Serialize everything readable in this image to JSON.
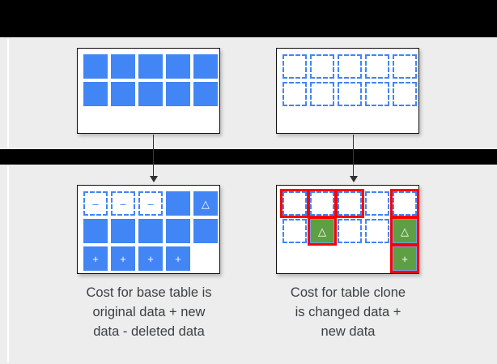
{
  "slide": {
    "background_color": "#ededed",
    "letterbox_color": "#000000",
    "blue": "#4285f4",
    "green": "#5f9f44",
    "highlight_red": "#ff0000"
  },
  "tables": {
    "base_before": {
      "name": "base-table-before",
      "rows": [
        [
          {
            "style": "solid",
            "glyph": ""
          },
          {
            "style": "solid",
            "glyph": ""
          },
          {
            "style": "solid",
            "glyph": ""
          },
          {
            "style": "solid",
            "glyph": ""
          },
          {
            "style": "solid",
            "glyph": ""
          }
        ],
        [
          {
            "style": "solid",
            "glyph": ""
          },
          {
            "style": "solid",
            "glyph": ""
          },
          {
            "style": "solid",
            "glyph": ""
          },
          {
            "style": "solid",
            "glyph": ""
          },
          {
            "style": "solid",
            "glyph": ""
          }
        ]
      ]
    },
    "clone_before": {
      "name": "table-clone-before",
      "rows": [
        [
          {
            "style": "dashed",
            "glyph": ""
          },
          {
            "style": "dashed",
            "glyph": ""
          },
          {
            "style": "dashed",
            "glyph": ""
          },
          {
            "style": "dashed",
            "glyph": ""
          },
          {
            "style": "dashed",
            "glyph": ""
          }
        ],
        [
          {
            "style": "dashed",
            "glyph": ""
          },
          {
            "style": "dashed",
            "glyph": ""
          },
          {
            "style": "dashed",
            "glyph": ""
          },
          {
            "style": "dashed",
            "glyph": ""
          },
          {
            "style": "dashed",
            "glyph": ""
          }
        ]
      ]
    },
    "base_after": {
      "name": "base-table-after",
      "rows": [
        [
          {
            "style": "dashed",
            "glyph": "–"
          },
          {
            "style": "dashed",
            "glyph": "–"
          },
          {
            "style": "dashed",
            "glyph": "–"
          },
          {
            "style": "solid",
            "glyph": ""
          },
          {
            "style": "solid",
            "glyph": "△"
          }
        ],
        [
          {
            "style": "solid",
            "glyph": ""
          },
          {
            "style": "solid",
            "glyph": ""
          },
          {
            "style": "solid",
            "glyph": ""
          },
          {
            "style": "solid",
            "glyph": ""
          },
          {
            "style": "solid",
            "glyph": ""
          }
        ],
        [
          {
            "style": "solid",
            "glyph": "+"
          },
          {
            "style": "solid",
            "glyph": "+"
          },
          {
            "style": "solid",
            "glyph": "+"
          },
          {
            "style": "solid",
            "glyph": "+"
          },
          {
            "style": "empty",
            "glyph": ""
          }
        ]
      ]
    },
    "clone_after": {
      "name": "table-clone-after",
      "rows": [
        [
          {
            "style": "dashed",
            "glyph": "",
            "marked": true
          },
          {
            "style": "dashed",
            "glyph": "",
            "marked": true
          },
          {
            "style": "dashed",
            "glyph": "",
            "marked": true
          },
          {
            "style": "dashed",
            "glyph": "",
            "marked": false
          },
          {
            "style": "dashed",
            "glyph": "",
            "marked": true
          }
        ],
        [
          {
            "style": "dashed",
            "glyph": "",
            "marked": false
          },
          {
            "style": "green",
            "glyph": "△",
            "marked": true
          },
          {
            "style": "dashed",
            "glyph": "",
            "marked": false
          },
          {
            "style": "dashed",
            "glyph": "",
            "marked": false
          },
          {
            "style": "green",
            "glyph": "△",
            "marked": true
          }
        ],
        [
          {
            "style": "empty",
            "glyph": "",
            "marked": false
          },
          {
            "style": "empty",
            "glyph": "",
            "marked": false
          },
          {
            "style": "empty",
            "glyph": "",
            "marked": false
          },
          {
            "style": "empty",
            "glyph": "",
            "marked": false
          },
          {
            "style": "green",
            "glyph": "+",
            "marked": true
          }
        ]
      ]
    }
  },
  "captions": {
    "left": "Cost for base table is\noriginal data + new\ndata - deleted data",
    "right": "Cost for table clone\nis changed data +\nnew data"
  }
}
